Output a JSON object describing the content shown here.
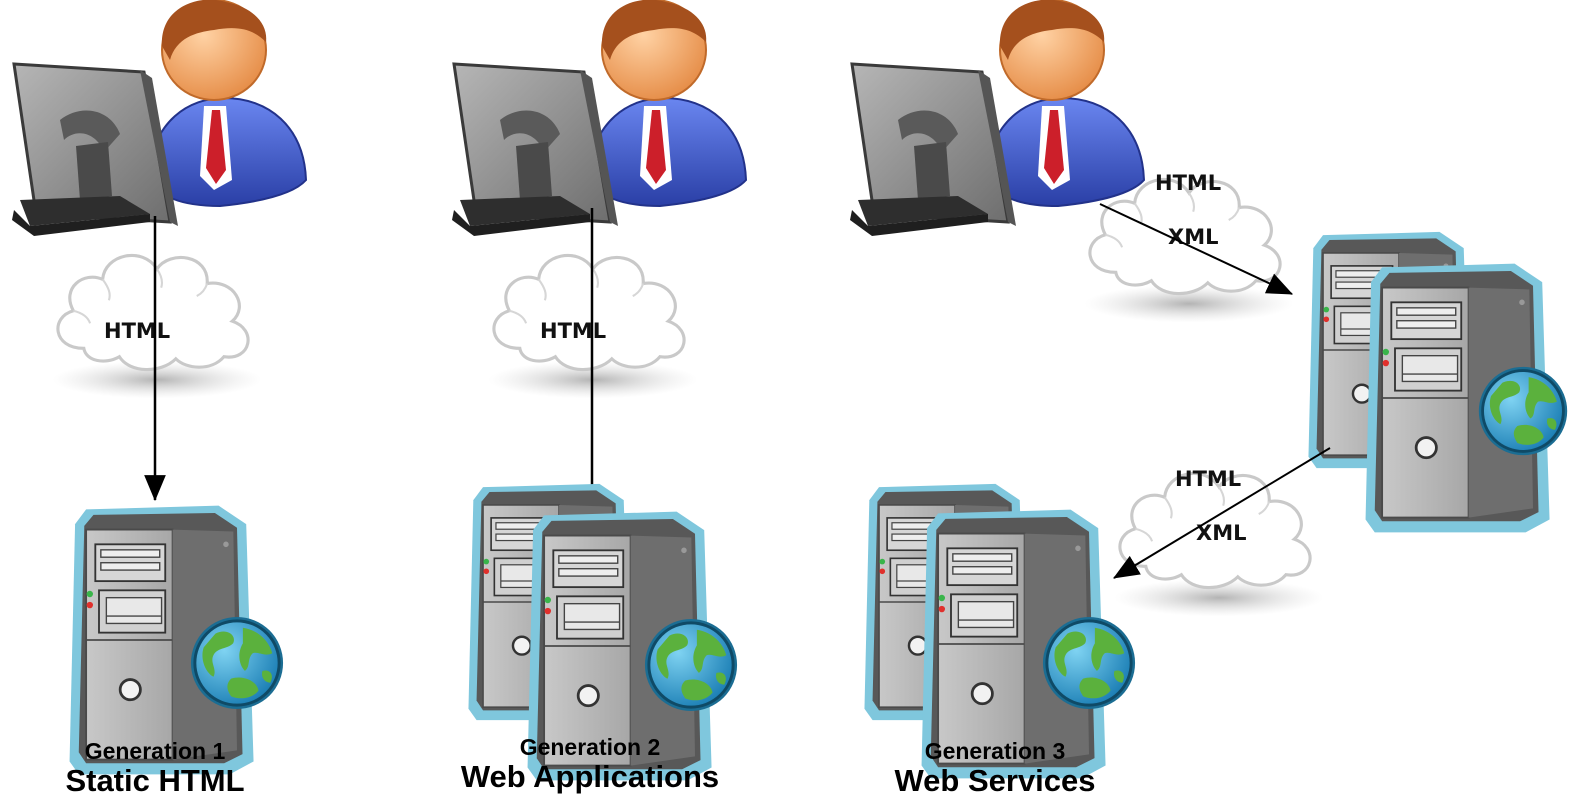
{
  "generations": [
    {
      "number_label": "Generation 1",
      "title": "Static HTML",
      "cloud_labels": [
        "HTML"
      ]
    },
    {
      "number_label": "Generation 2",
      "title": "Web Applications",
      "cloud_labels": [
        "HTML"
      ]
    },
    {
      "number_label": "Generation 3",
      "title": "Web Services",
      "cloud_labels_top": [
        "HTML",
        "XML"
      ],
      "cloud_labels_bottom": [
        "HTML",
        "XML"
      ]
    }
  ],
  "colors": {
    "server_outline": "#7fc7dd",
    "server_body": "#7b7b7b",
    "server_front": "#b9b9b9",
    "skin": "#f2a86a",
    "hair": "#a5501d",
    "suit": "#3a58c8",
    "tie": "#cc1f2a",
    "globe_water": "#2d9fd2",
    "globe_land": "#57a83c",
    "arrow": "#000000"
  },
  "icons": [
    "user-at-computer-icon",
    "cloud-icon",
    "server-icon",
    "server-pair-icon",
    "globe-icon"
  ]
}
